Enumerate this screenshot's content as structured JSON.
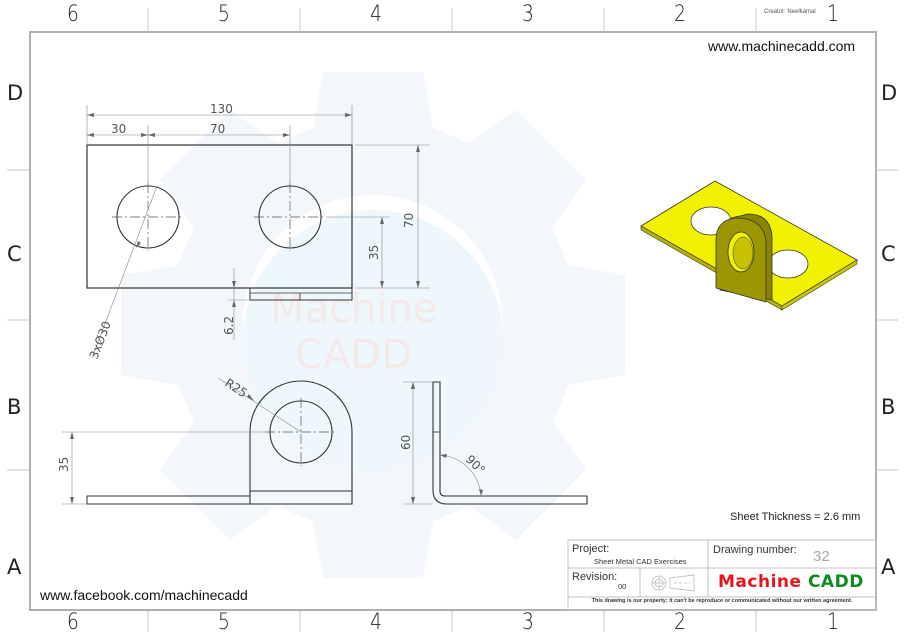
{
  "sheet": {
    "zones_top": [
      "6",
      "5",
      "4",
      "3",
      "2",
      "1"
    ],
    "zones_bottom": [
      "6",
      "5",
      "4",
      "3",
      "2",
      "1"
    ],
    "zones_left": [
      "D",
      "C",
      "B",
      "A"
    ],
    "zones_right": [
      "D",
      "C",
      "B",
      "A"
    ],
    "creator": "Creator: Neelkamal",
    "website": "www.machinecadd.com",
    "facebook": "www.facebook.com/machinecadd",
    "watermark_line1": "Machine",
    "watermark_line2": "CADD"
  },
  "drawing": {
    "top_view": {
      "dim_overall_length": "130",
      "dim_edge_to_hole": "30",
      "dim_hole_spacing": "70",
      "dim_width": "70",
      "dim_hole_height": "35",
      "dim_flange_offset": "6.2",
      "hole_callout": "3xØ30"
    },
    "front_view": {
      "dim_radius": "R25",
      "dim_hole_height": "35"
    },
    "side_view": {
      "dim_tab_height": "60",
      "dim_bend_angle": "90°"
    },
    "isometric_color": "#f2f200",
    "note": "Sheet Thickness = 2.6 mm"
  },
  "title_block": {
    "project_label": "Project:",
    "project_value": "Sheet Metal CAD Exercises",
    "drawing_number_label": "Drawing number:",
    "drawing_number_value": "32",
    "revision_label": "Revision:",
    "revision_value": "00",
    "brand_part1": "Machine",
    "brand_part2": "CADD",
    "brand_color1": "#e8161c",
    "brand_color2": "#0e8a1e",
    "disclaimer": "This drawing is our property; it can't be reproduce or communicated without our written agreement."
  }
}
